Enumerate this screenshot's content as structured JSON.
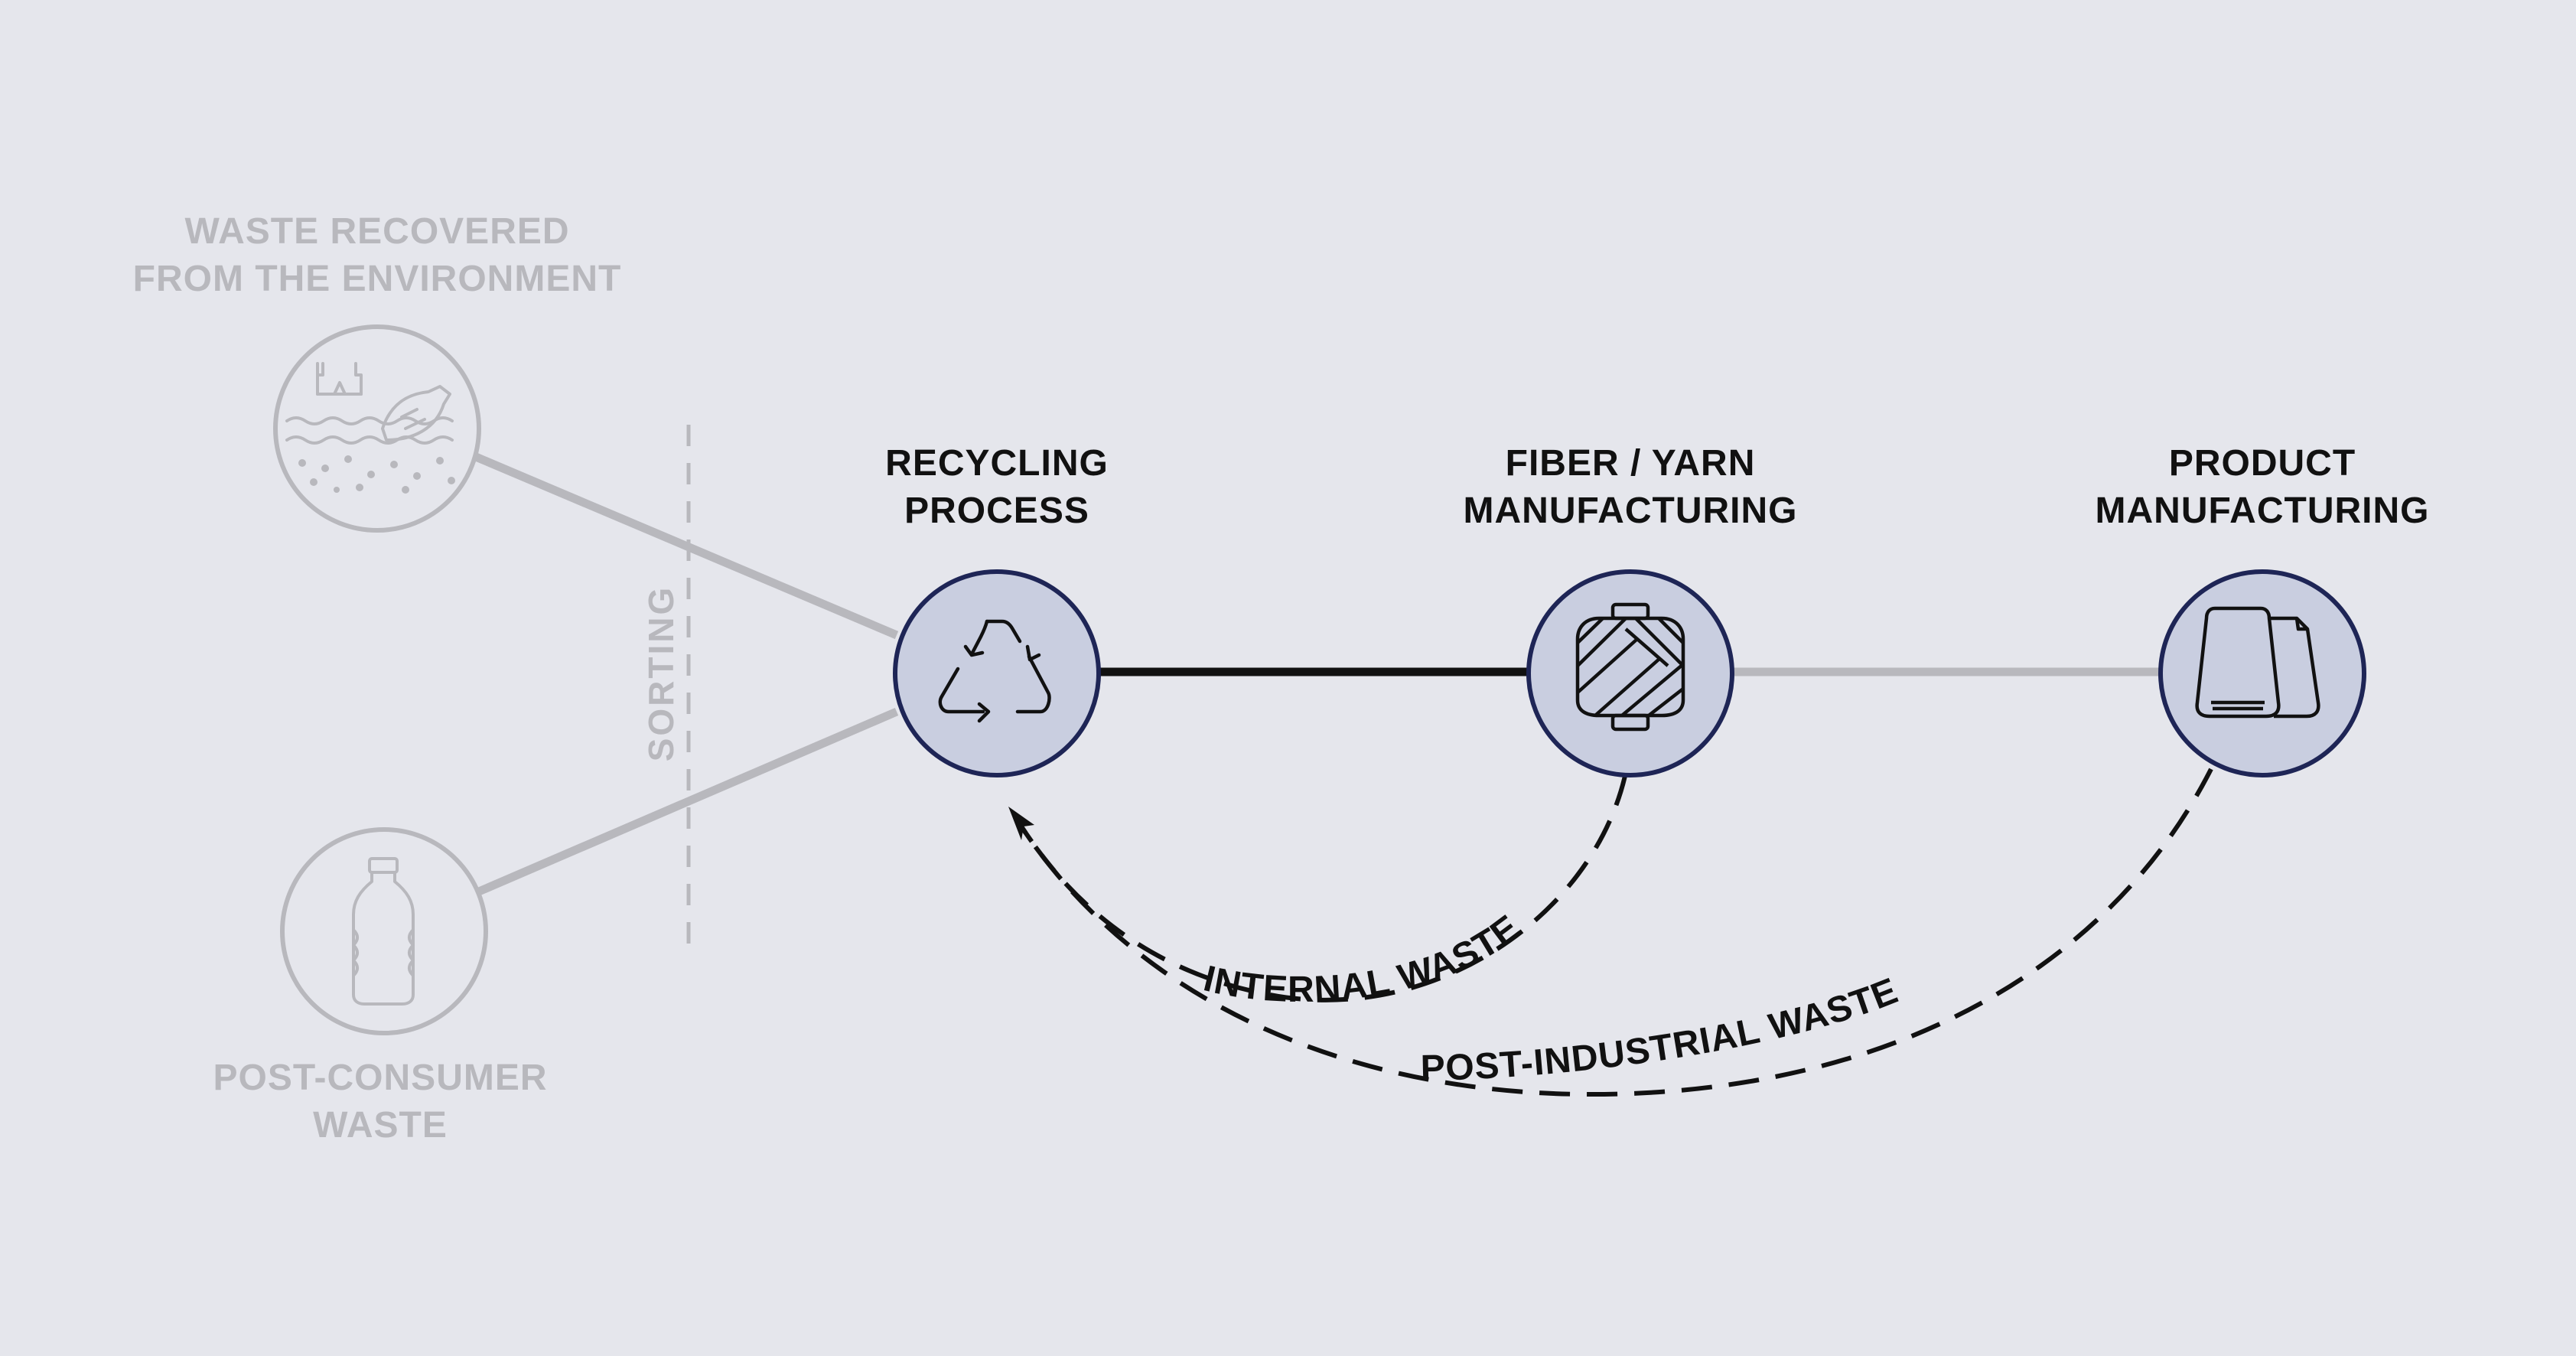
{
  "colors": {
    "background": "#e5e6ec",
    "faded_gray": "#b8b8bd",
    "node_fill": "#c9cee0",
    "node_stroke": "#1e2556",
    "dark": "#111111"
  },
  "nodes": {
    "environment_waste": {
      "line1": "WASTE RECOVERED",
      "line2": "FROM THE ENVIRONMENT",
      "icon": "ocean-waste-icon"
    },
    "post_consumer": {
      "line1": "POST-CONSUMER",
      "line2": "WASTE",
      "icon": "plastic-bottle-icon"
    },
    "recycling": {
      "line1": "RECYCLING",
      "line2": "PROCESS",
      "icon": "recycle-icon"
    },
    "fiber_yarn": {
      "line1": "FIBER / YARN",
      "line2": "MANUFACTURING",
      "icon": "yarn-spool-icon"
    },
    "product": {
      "line1": "PRODUCT",
      "line2": "MANUFACTURING",
      "icon": "fabric-roll-icon"
    }
  },
  "sorting_label": "SORTING",
  "flows": {
    "internal_waste": "INTERNAL WASTE",
    "post_industrial_waste": "POST-INDUSTRIAL WASTE"
  }
}
